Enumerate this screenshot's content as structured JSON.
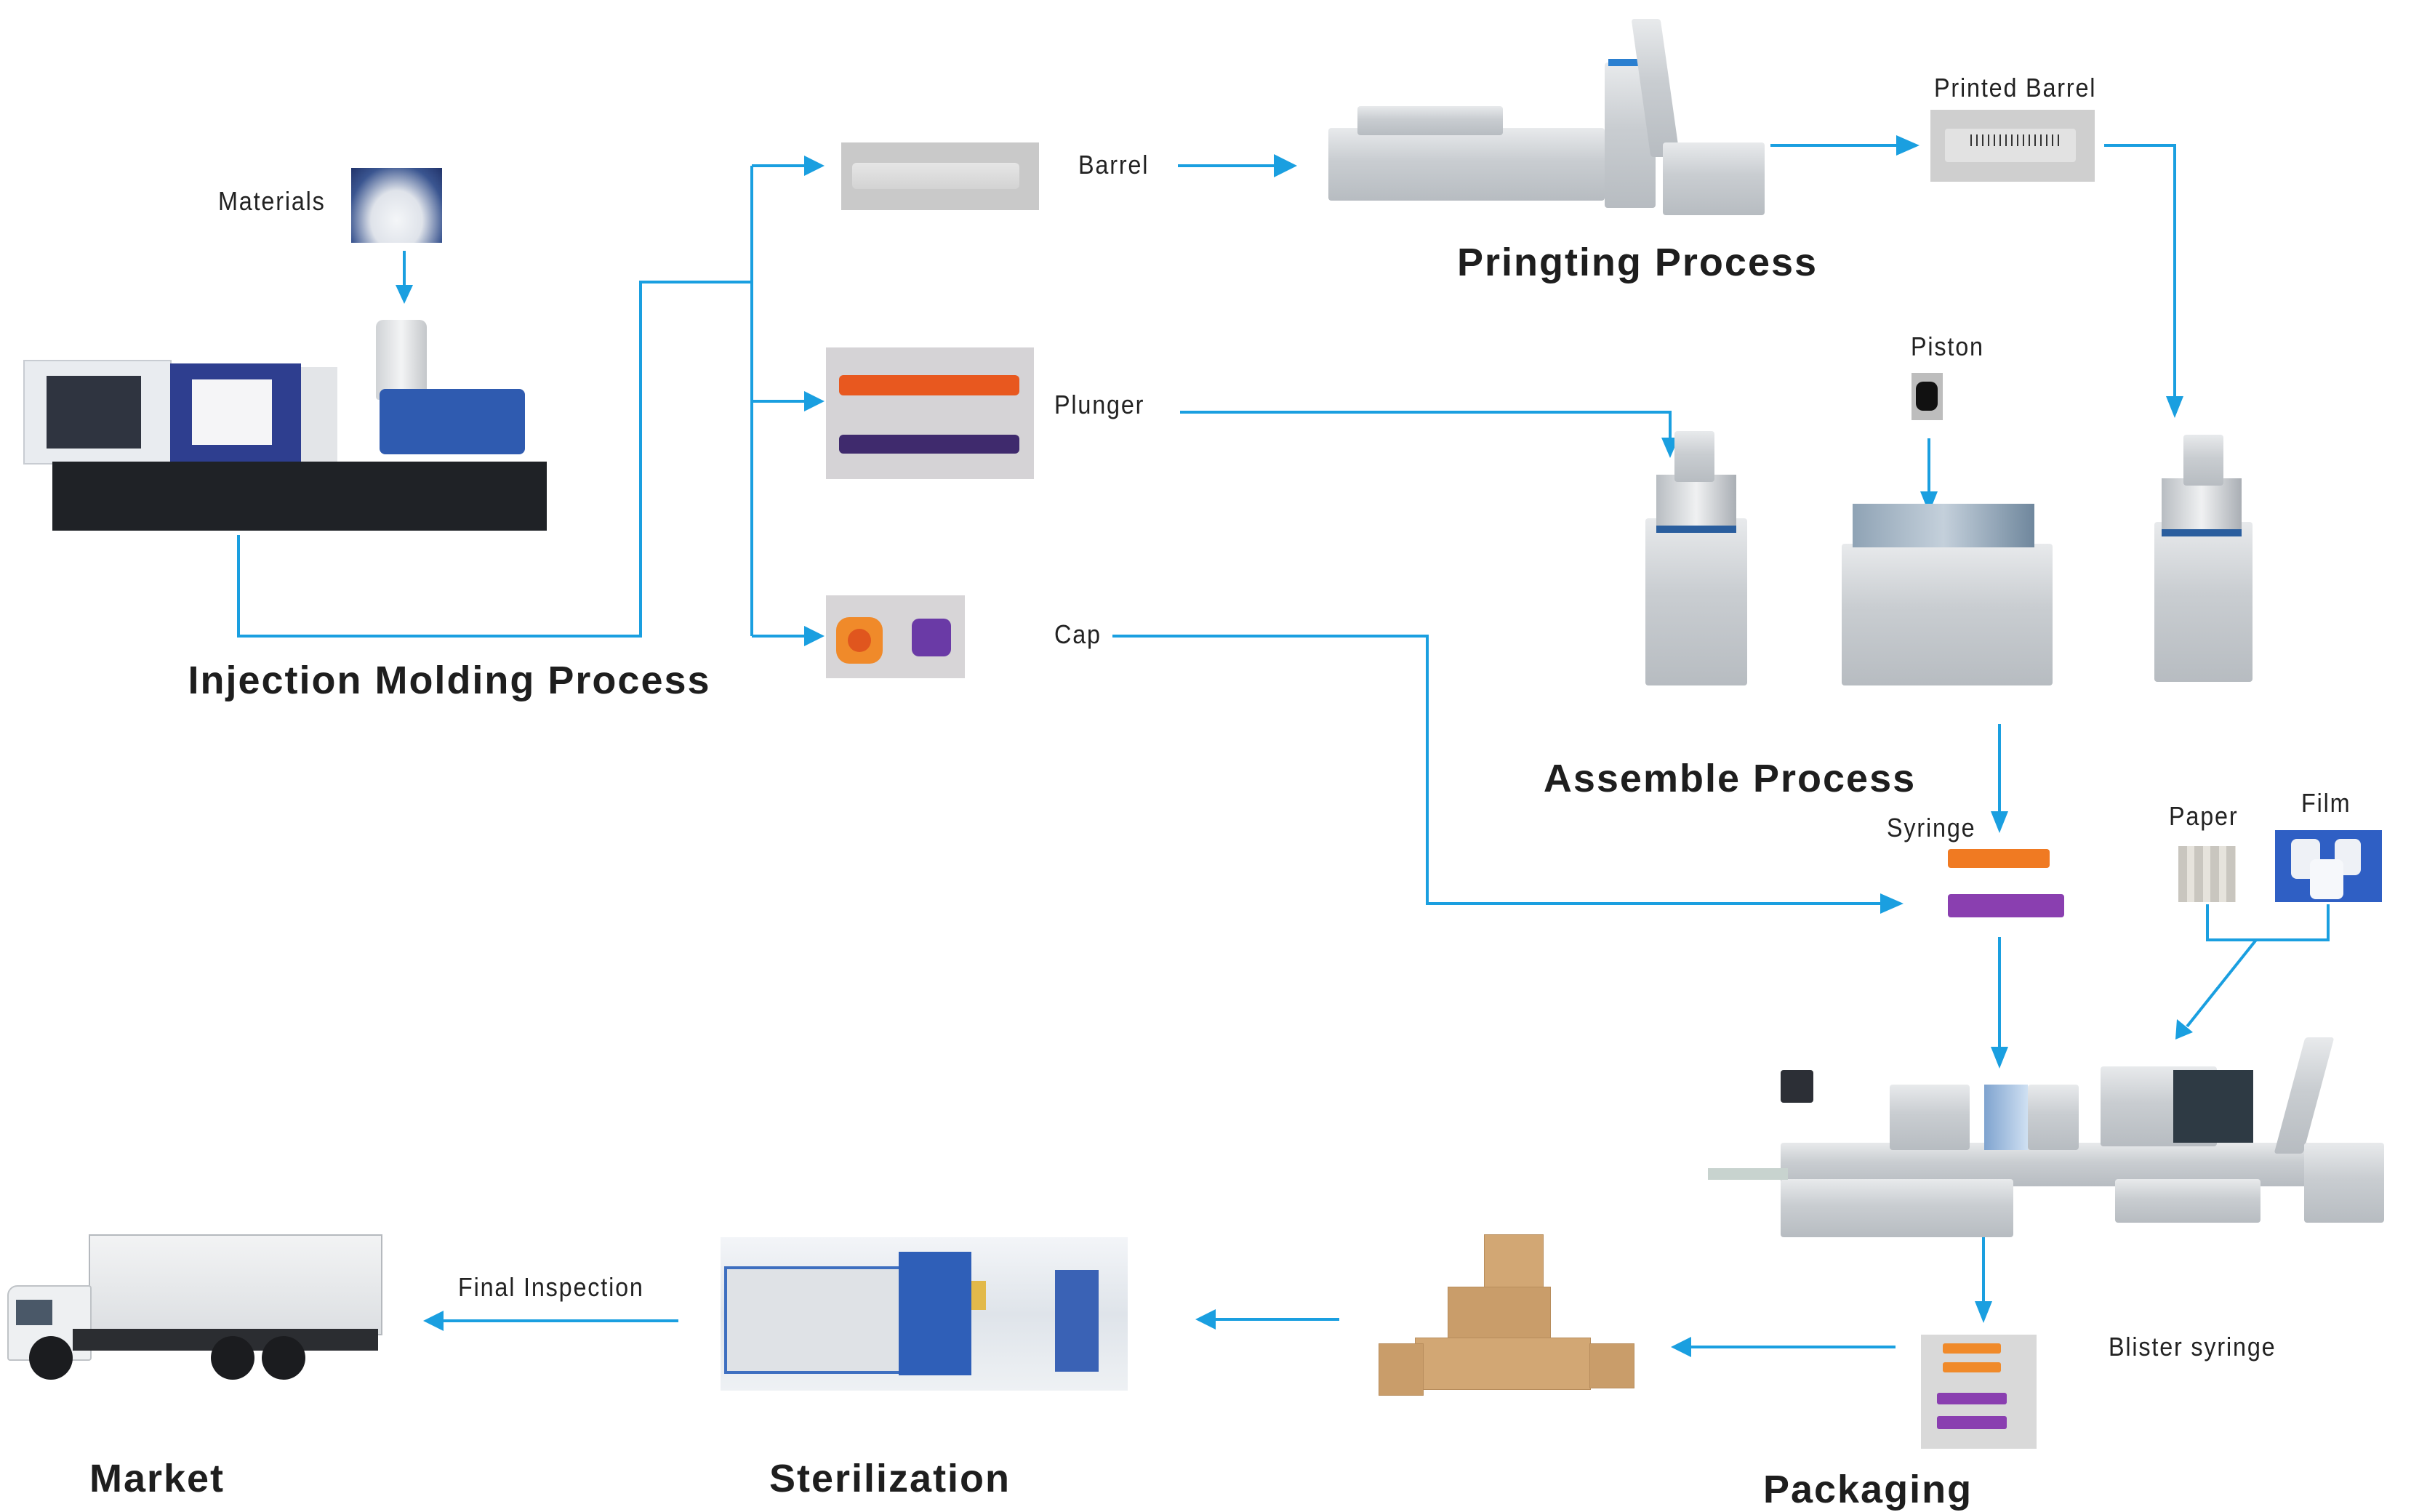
{
  "diagram": {
    "title": "Syringe manufacturing process flow",
    "accent_color": "#1a9fe0",
    "stages": {
      "injection": {
        "title": "Injection Molding Process",
        "materials_label": "Materials"
      },
      "parts": {
        "barrel": "Barrel",
        "plunger": "Plunger",
        "cap": "Cap"
      },
      "printing": {
        "title": "Pringting Process",
        "output_label": "Printed Barrel"
      },
      "assembly": {
        "title": "Assemble Process",
        "piston_label": "Piston",
        "output_label": "Syringe"
      },
      "packaging": {
        "title": "Packaging",
        "paper_label": "Paper",
        "film_label": "Film",
        "output_label": "Blister syringe"
      },
      "sterilization": {
        "title": "Sterilization",
        "transition_label": "Final Inspection"
      },
      "market": {
        "title": "Market"
      }
    }
  }
}
